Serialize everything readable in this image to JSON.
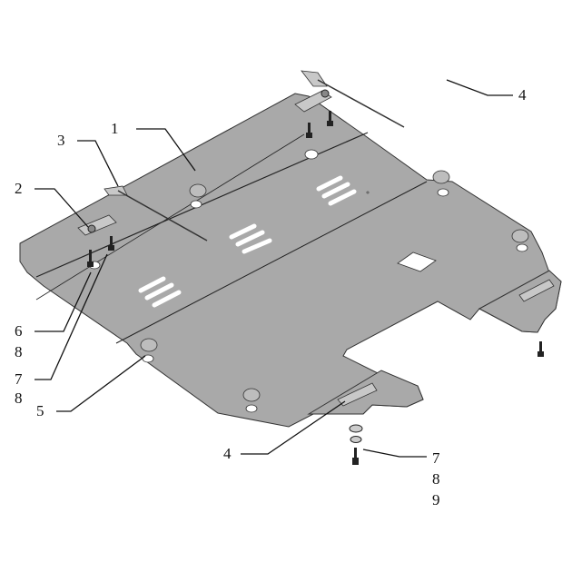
{
  "diagram": {
    "callouts": {
      "part1": "1",
      "part2": "2",
      "part3": "3",
      "part4_top": "4",
      "part4_bottom": "4",
      "part5": "5",
      "part6": "6",
      "part8_a": "8",
      "part7_a": "7",
      "part8_b": "8",
      "part7_b": "7",
      "part8_c": "8",
      "part9": "9"
    }
  }
}
